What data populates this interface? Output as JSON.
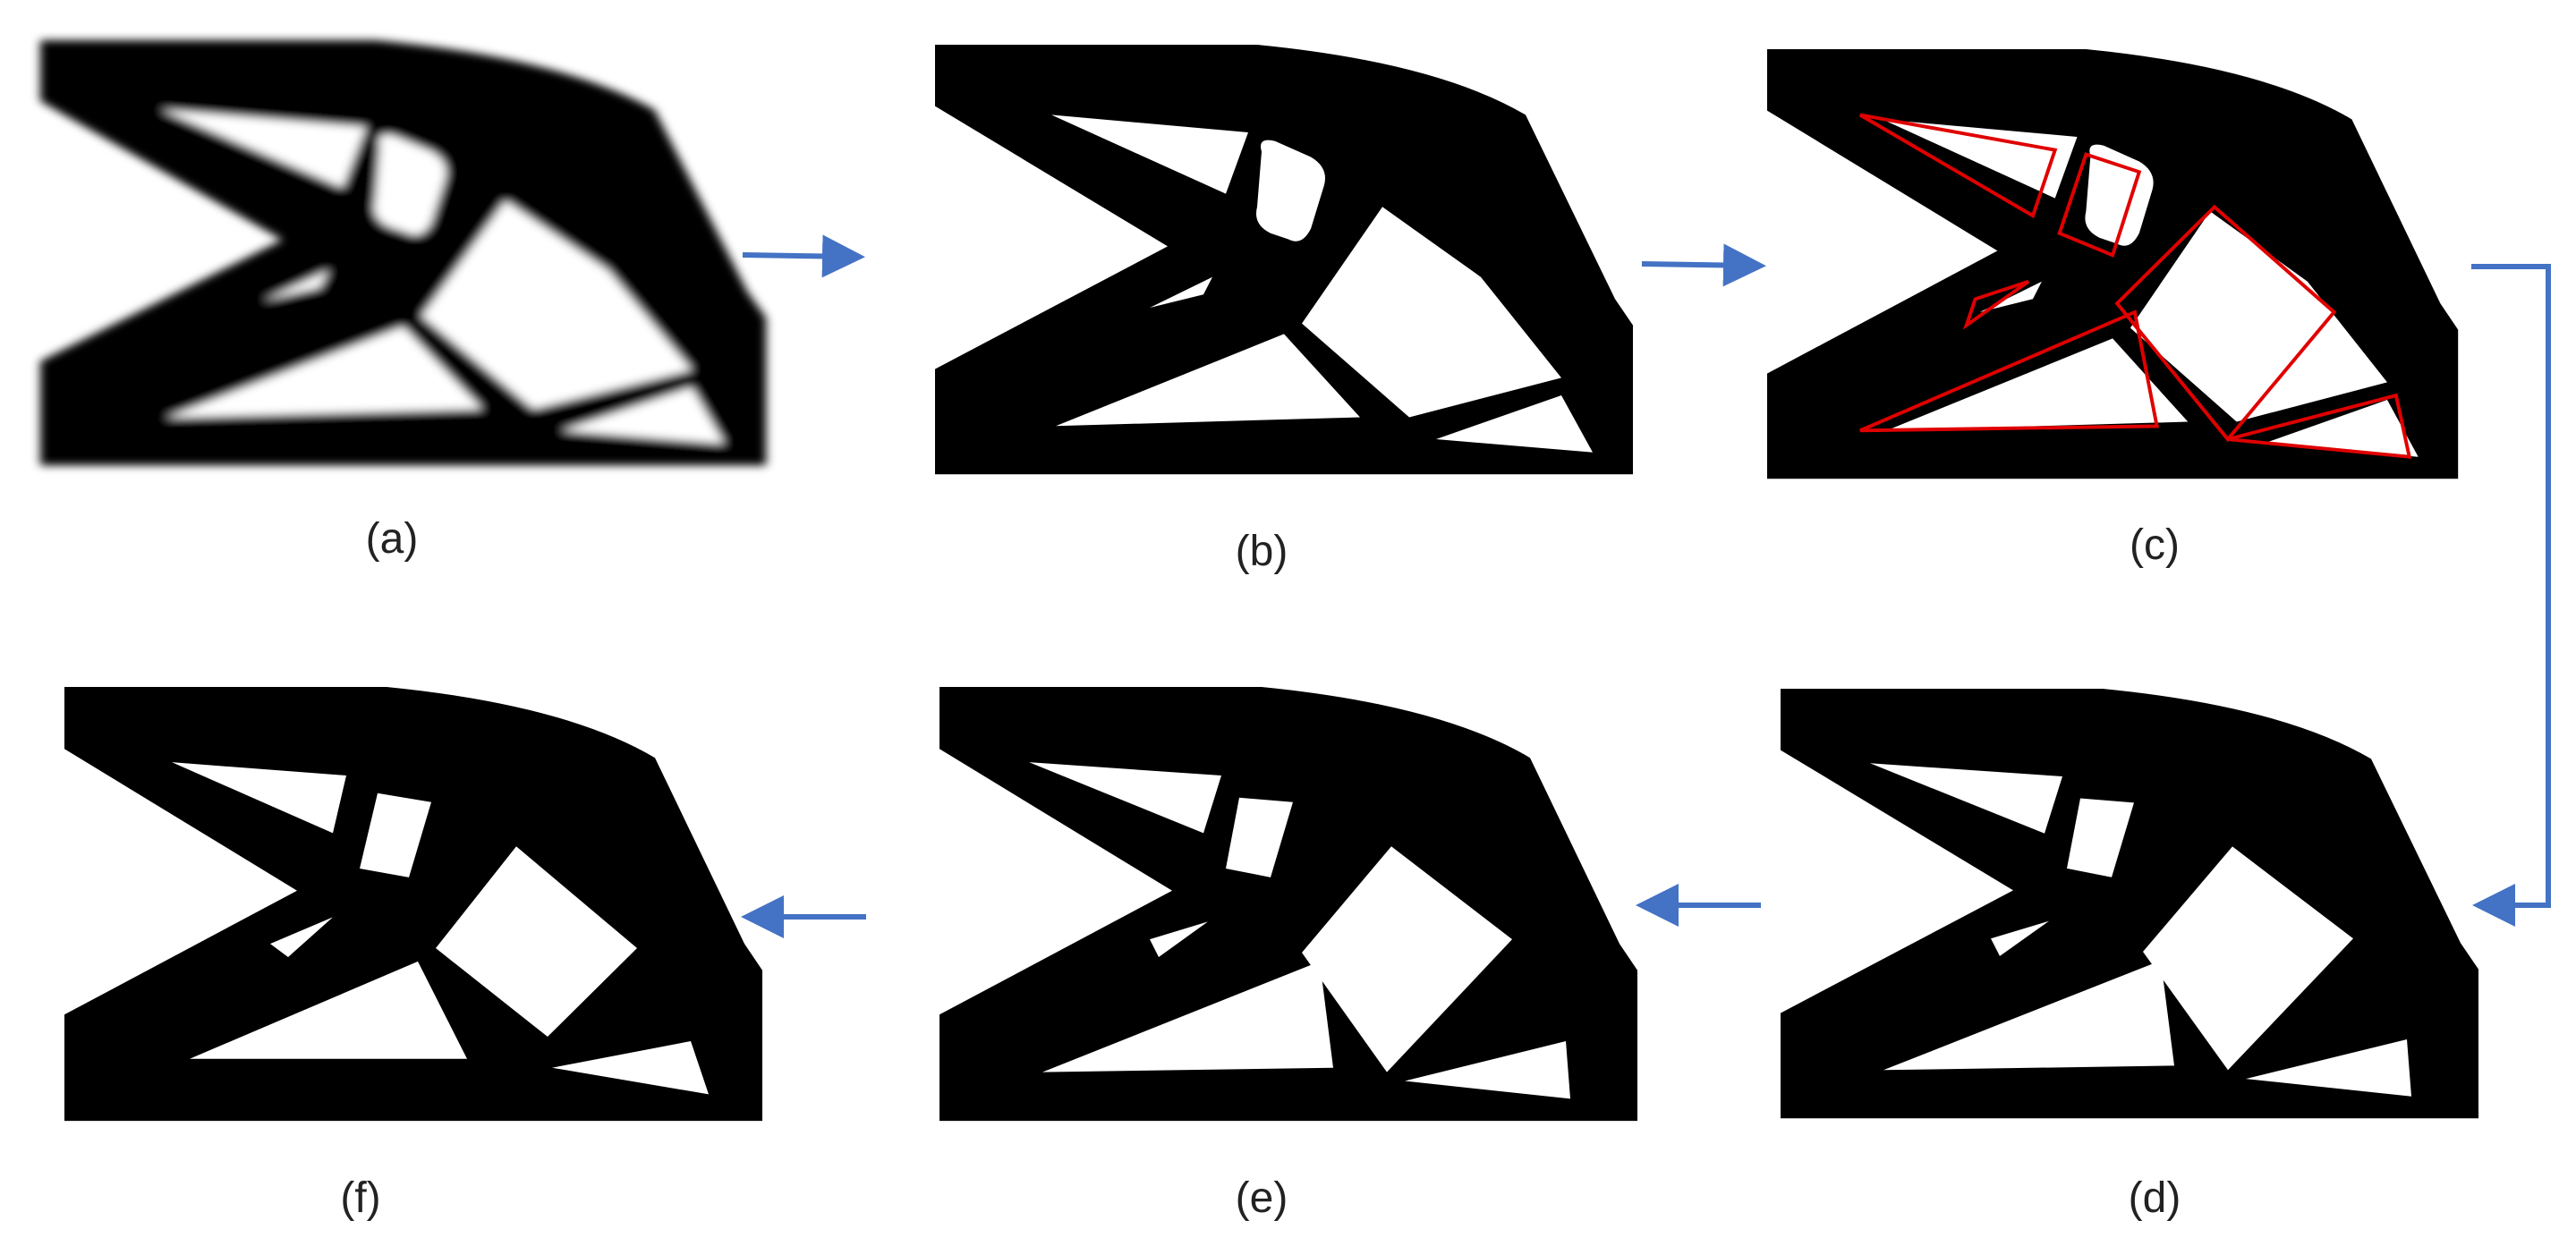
{
  "panels": [
    {
      "id": "a",
      "label": "(a)",
      "state": "blurred-density"
    },
    {
      "id": "b",
      "label": "(b)",
      "state": "thresholded"
    },
    {
      "id": "c",
      "label": "(c)",
      "state": "holes-outlined"
    },
    {
      "id": "d",
      "label": "(d)",
      "state": "polygon-holes"
    },
    {
      "id": "e",
      "label": "(e)",
      "state": "polygon-holes"
    },
    {
      "id": "f",
      "label": "(f)",
      "state": "final"
    }
  ],
  "flow_order": [
    "a",
    "b",
    "c",
    "d",
    "e",
    "f"
  ],
  "colors": {
    "structure": "#000000",
    "arrow": "#4472C4",
    "outline": "#E00000",
    "background": "#FFFFFF"
  }
}
